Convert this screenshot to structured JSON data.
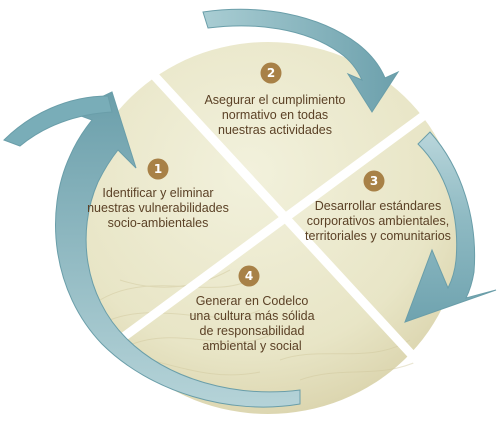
{
  "colors": {
    "disc": "#ecebcf",
    "disc_shade": "#dcd6b0",
    "divider": "#ffffff",
    "arrow": "#79adb8",
    "arrow_light": "#b7d5da",
    "badge": "#a88147",
    "text": "#5b4126"
  },
  "steps": [
    {
      "number": "1",
      "lines": [
        "Identificar y eliminar",
        "nuestras vulnerabilidades",
        "socio-ambientales"
      ]
    },
    {
      "number": "2",
      "lines": [
        "Asegurar el cumplimiento",
        "normativo en todas",
        "nuestras actividades"
      ]
    },
    {
      "number": "3",
      "lines": [
        "Desarrollar estándares",
        "corporativos ambientales,",
        "territoriales y comunitarios"
      ]
    },
    {
      "number": "4",
      "lines": [
        "Generar en Codelco",
        "una cultura más sólida",
        "de responsabilidad",
        "ambiental y social"
      ]
    }
  ],
  "arrows": [
    "arrow-top-right",
    "arrow-right",
    "arrow-left"
  ]
}
